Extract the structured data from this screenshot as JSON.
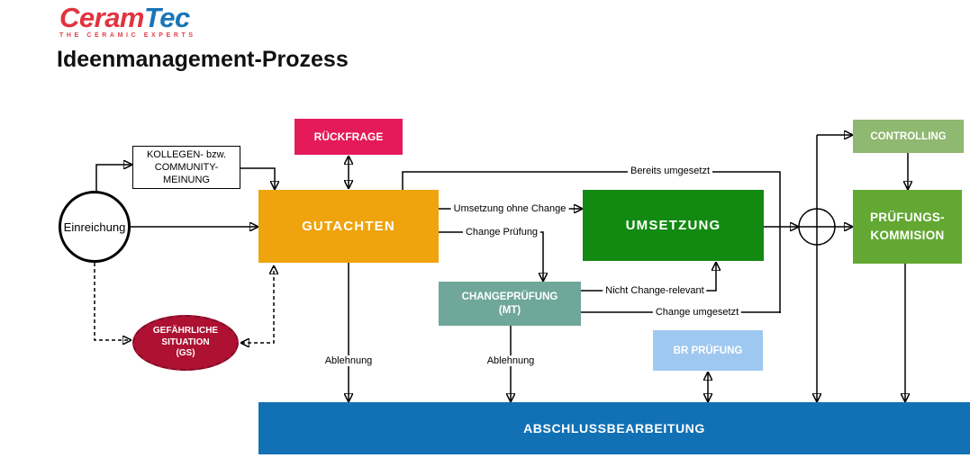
{
  "logo": {
    "brand_part1": "Ceram",
    "brand_part2": "Tec",
    "tagline": "THE CERAMIC EXPERTS",
    "brand_color1": "#e2333f",
    "brand_color2": "#1974b8",
    "tagline_color": "#e2404a"
  },
  "title": "Ideenmanagement-Prozess",
  "diagram": {
    "nodes": {
      "einreichung": {
        "label": "Einreichung"
      },
      "kollegen": {
        "lines": [
          "KOLLEGEN- bzw.",
          "COMMUNITY-",
          "MEINUNG"
        ]
      },
      "rueckfrage": {
        "label": "RÜCKFRAGE",
        "color": "#e41a5b"
      },
      "gutachten": {
        "label": "GUTACHTEN",
        "color": "#efa30c"
      },
      "changepruefung": {
        "lines": [
          "CHANGEPRÜFUNG",
          "(MT)"
        ],
        "color": "#6fa79a"
      },
      "umsetzung": {
        "label": "UMSETZUNG",
        "color": "#128a12"
      },
      "gefaehrliche_situation": {
        "lines": [
          "GEFÄHRLICHE",
          "SITUATION",
          "(GS)"
        ],
        "color": "#ae1132"
      },
      "br_pruefung": {
        "label": "BR PRÜFUNG",
        "color": "#9ec8f0"
      },
      "controlling": {
        "label": "CONTROLLING",
        "color": "#8fb870"
      },
      "pruefungskommision": {
        "lines": [
          "PRÜFUNGS-",
          "KOMMISION"
        ],
        "color": "#62a832"
      },
      "abschlussbearbeitung": {
        "label": "ABSCHLUSSBEARBEITUNG",
        "color": "#1271b5"
      }
    },
    "edge_labels": {
      "bereits_umgesetzt": "Bereits umgesetzt",
      "umsetzung_ohne_change": "Umsetzung ohne Change",
      "change_pruefung": "Change Prüfung",
      "nicht_change_relevant": "Nicht Change-relevant",
      "change_umgesetzt": "Change umgesetzt",
      "ablehnung_gutachten": "Ablehnung",
      "ablehnung_changepruefung": "Ablehnung"
    }
  }
}
